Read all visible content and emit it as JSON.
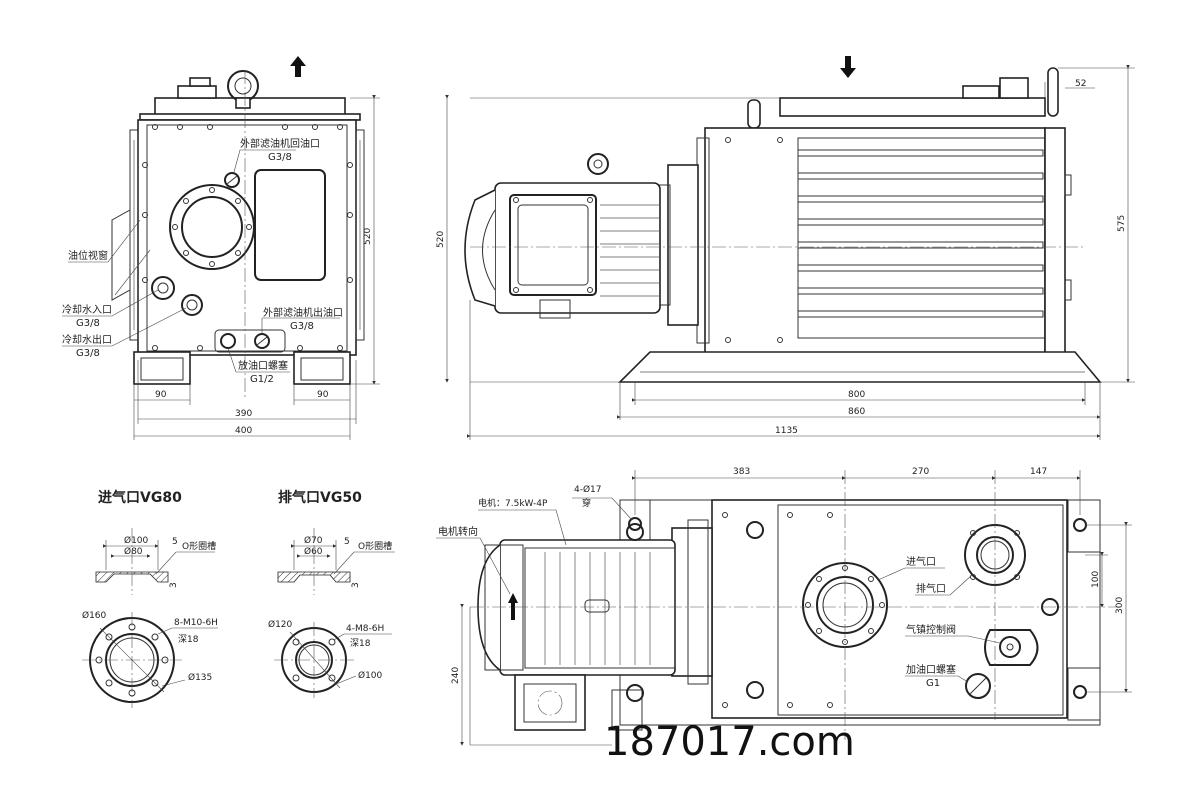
{
  "front_view": {
    "labels": {
      "ext_filter_return": "外部滤油机回油口",
      "ext_filter_return_size": "G3/8",
      "oil_sight_glass": "油位视窗",
      "cooling_in": "冷却水入口",
      "cooling_in_size": "G3/8",
      "cooling_out": "冷却水出口",
      "cooling_out_size": "G3/8",
      "ext_filter_out": "外部滤油机出油口",
      "ext_filter_out_size": "G3/8",
      "drain_plug": "放油口螺塞",
      "drain_plug_size": "G1/2"
    },
    "dims": {
      "h": "520",
      "w_inner": "390",
      "w_outer": "400",
      "foot_l": "90",
      "foot_r": "90"
    }
  },
  "side_view": {
    "dims": {
      "h_left": "520",
      "h_right": "575",
      "top_offset": "52",
      "len_800": "800",
      "len_860": "860",
      "len_1135": "1135"
    }
  },
  "inlet_flange": {
    "title": "进气口VG80",
    "d100": "Ø100",
    "d80": "Ø80",
    "groove": "O形圈槽",
    "g5": "5",
    "g3": "3",
    "d160": "Ø160",
    "bolts": "8-M10-6H",
    "depth": "深18",
    "d135": "Ø135"
  },
  "outlet_flange": {
    "title": "排气口VG50",
    "d70": "Ø70",
    "d60": "Ø60",
    "groove": "O形圈槽",
    "g5": "5",
    "g3": "3",
    "d120": "Ø120",
    "bolts": "4-M8-6H",
    "depth": "深18",
    "d100": "Ø100"
  },
  "top_view": {
    "labels": {
      "holes": "4-Ø17",
      "holes_through": "穿",
      "motor": "电机：7.5kW-4P",
      "motor_rotation": "电机转向",
      "inlet": "进气口",
      "outlet": "排气口",
      "gas_ballast": "气镇控制阀",
      "fill_plug": "加油口螺塞",
      "fill_plug_size": "G1"
    },
    "dims": {
      "d383": "383",
      "d270": "270",
      "d147": "147",
      "d100": "100",
      "d300": "300",
      "d240": "240"
    }
  },
  "watermark": "187017.com"
}
